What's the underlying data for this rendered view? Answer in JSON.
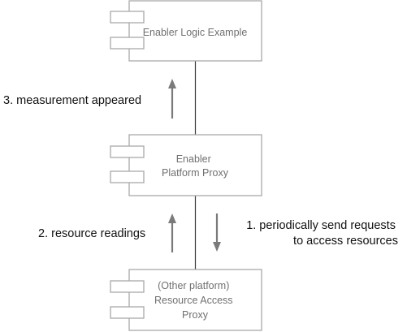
{
  "components": {
    "enabler_logic": {
      "lines": [
        "Enabler Logic Example"
      ]
    },
    "platform_proxy": {
      "lines": [
        "Enabler",
        "Platform Proxy"
      ]
    },
    "resource_access_proxy": {
      "lines": [
        "(Other platform)",
        "Resource Access",
        "Proxy"
      ]
    }
  },
  "flows": {
    "measurement_appeared": {
      "lines": [
        "3. measurement appeared"
      ],
      "direction": "up"
    },
    "resource_readings": {
      "lines": [
        "2. resource readings"
      ],
      "direction": "up"
    },
    "periodic_requests": {
      "lines": [
        "1. periodically send requests",
        "to access resources"
      ],
      "direction": "down"
    }
  },
  "colors": {
    "box_border": "#a9a9a9",
    "component_text": "#707070",
    "arrow": "#7a7a7a",
    "connector": "#3a3a3a",
    "flow_text": "#111111"
  }
}
